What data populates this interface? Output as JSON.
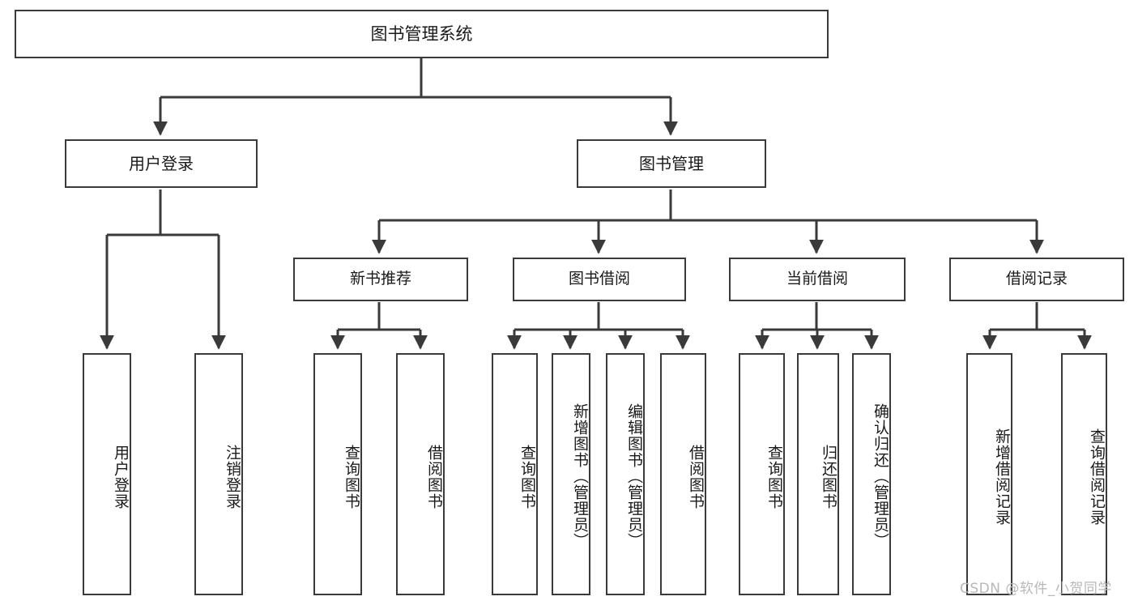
{
  "diagram": {
    "title": "图书管理系统",
    "watermark": "CSDN @软件_小贺同学",
    "line_color": "#3a3a3a",
    "text_color": "#1a1a1a",
    "background": "#ffffff",
    "root": {
      "label": "图书管理系统"
    },
    "level2": [
      {
        "label": "用户登录"
      },
      {
        "label": "图书管理"
      }
    ],
    "level3": [
      {
        "label": "新书推荐"
      },
      {
        "label": "图书借阅"
      },
      {
        "label": "当前借阅"
      },
      {
        "label": "借阅记录"
      }
    ],
    "leaves": {
      "user_login": [
        {
          "label": "用户登录"
        },
        {
          "label": "注销登录"
        }
      ],
      "new_book_recommend": [
        {
          "label": "查询图书"
        },
        {
          "label": "借阅图书"
        }
      ],
      "book_borrow": [
        {
          "label": "查询图书"
        },
        {
          "label": "新增图书（管理员）"
        },
        {
          "label": "编辑图书（管理员）"
        },
        {
          "label": "借阅图书"
        }
      ],
      "current_borrow": [
        {
          "label": "查询图书"
        },
        {
          "label": "归还图书"
        },
        {
          "label": "确认归还（管理员）"
        }
      ],
      "borrow_record": [
        {
          "label": "新增借阅记录"
        },
        {
          "label": "查询借阅记录"
        }
      ]
    }
  }
}
